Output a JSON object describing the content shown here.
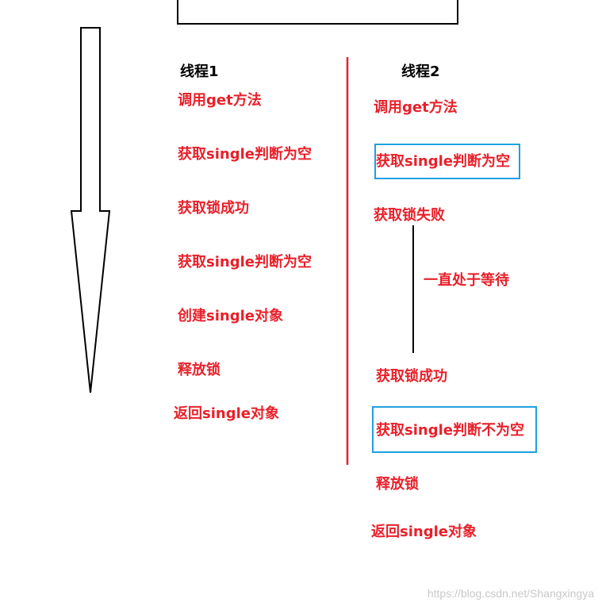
{
  "colors": {
    "step_text": "#e8202a",
    "divider": "#e8202a",
    "highlight_box": "#1fa0e0",
    "heading_text": "#000000",
    "outline": "#000000"
  },
  "icons": {
    "time_arrow": "down-arrow-icon"
  },
  "thread1": {
    "title": "线程1",
    "steps": [
      "调用get方法",
      "获取single判断为空",
      "获取锁成功",
      "获取single判断为空",
      "创建single对象",
      "释放锁",
      "返回single对象"
    ]
  },
  "thread2": {
    "title": "线程2",
    "steps": [
      "调用get方法",
      "获取single判断为空",
      "获取锁失败",
      "获取锁成功",
      "获取single判断不为空",
      "释放锁",
      "返回single对象"
    ],
    "wait_note": "一直处于等待"
  },
  "watermark": "https://blog.csdn.net/Shangxingya"
}
